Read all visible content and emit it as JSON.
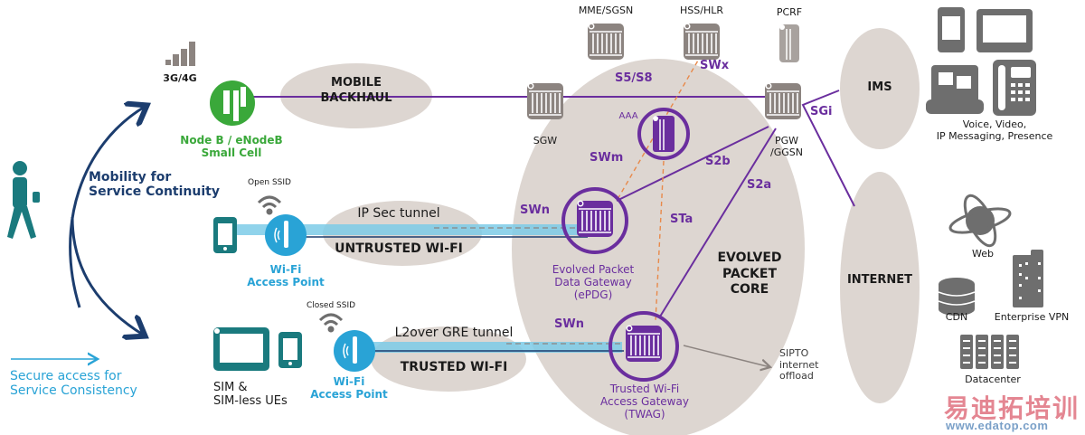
{
  "colors": {
    "purple": "#6a2e9e",
    "teal": "#1a7a7e",
    "navy": "#1c3d6e",
    "cyan": "#29a3d6",
    "green": "#3aa83a",
    "blob": "#ddd6d1",
    "node_gray": "#8c8480",
    "orange_dash": "#e8894a",
    "tunnel_blue": "#7ccbe8"
  },
  "left": {
    "mobility_label": [
      "Mobility for",
      "Service Continuity"
    ],
    "secure_label": [
      "Secure access for",
      "Service Consistency"
    ],
    "ues_label": [
      "SIM &",
      "SIM-less UEs"
    ]
  },
  "radio": {
    "signal_label": "3G/4G",
    "nodeb_label": [
      "Node B / eNodeB",
      "Small Cell"
    ],
    "backhaul_label": [
      "MOBILE",
      "BACKHAUL"
    ]
  },
  "wifi": {
    "open_ssid": "Open SSID",
    "closed_ssid": "Closed SSID",
    "ap_label": [
      "Wi-Fi",
      "Access Point"
    ],
    "untrusted_tunnel": "IP Sec tunnel",
    "untrusted_label": "UNTRUSTED WI-FI",
    "trusted_tunnel": "L2over GRE tunnel",
    "trusted_label": "TRUSTED WI-FI"
  },
  "core": {
    "title": [
      "EVOLVED",
      "PACKET",
      "CORE"
    ],
    "nodes": {
      "mme": "MME/SGSN",
      "hss": "HSS/HLR",
      "pcrf": "PCRF",
      "sgw": "SGW",
      "pgw": [
        "PGW",
        "/GGSN"
      ],
      "aaa": "AAA",
      "epdg": [
        "Evolved Packet",
        "Data Gateway",
        "(ePDG)"
      ],
      "twag": [
        "Trusted Wi-Fi",
        "Access Gateway",
        "(TWAG)"
      ]
    },
    "interfaces": {
      "s5s8": "S5/S8",
      "swx": "SWx",
      "swm": "SWm",
      "s2b": "S2b",
      "s2a": "S2a",
      "sta": "STa",
      "swn_1": "SWn",
      "swn_2": "SWn",
      "sgi": "SGi"
    },
    "sipto": [
      "SIPTO",
      "internet",
      "offload"
    ]
  },
  "right": {
    "ims_label": "IMS",
    "ims_services": [
      "Voice, Video,",
      "IP Messaging, Presence"
    ],
    "internet_label": "INTERNET",
    "web_label": "Web",
    "cdn_label": "CDN",
    "vpn_label": "Enterprise VPN",
    "datacenter_label": "Datacenter"
  },
  "watermark": {
    "cn": "易迪拓培训",
    "url": "www.edatop.com"
  }
}
